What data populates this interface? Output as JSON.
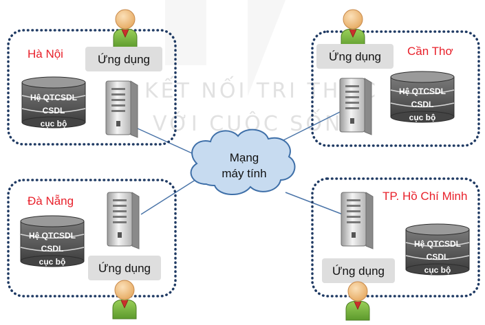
{
  "watermark": {
    "line1": "KẾT NỐI TRI THỨC",
    "line2": "VỚI CUỘC SỐNG"
  },
  "network": {
    "line1": "Mạng",
    "line2": "máy tính"
  },
  "database": {
    "line1": "Hệ QTCSDL",
    "line2": "CSDL",
    "line3": "cục bộ"
  },
  "app_label": "Ứng dụng",
  "sites": {
    "hanoi": {
      "name": "Hà Nội"
    },
    "cantho": {
      "name": "Cần Thơ"
    },
    "danang": {
      "name": "Đà Nẵng"
    },
    "hcm": {
      "name": "TP. Hồ Chí Minh"
    }
  },
  "colors": {
    "city_text": "#e8202a",
    "box_border": "#1f3a63",
    "cloud_fill": "#c7dbf0",
    "cloud_stroke": "#3e6fa8",
    "link": "#4a74a8",
    "db_fill": "#5f5f5f",
    "app_fill": "#dedede",
    "user_head": "#f2c590",
    "user_body": "#7db944"
  }
}
